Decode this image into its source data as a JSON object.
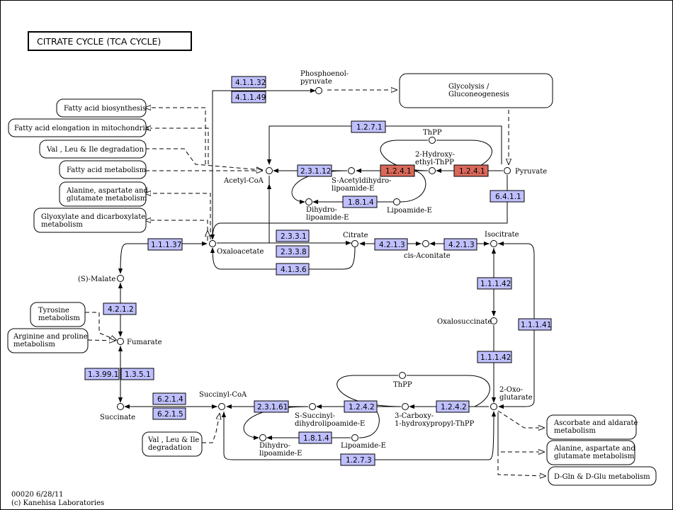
{
  "title": "CITRATE CYCLE (TCA CYCLE)",
  "footer": {
    "id": "00020 6/28/11",
    "credit": "(c) Kanehisa Laboratories"
  },
  "colors": {
    "enzyme": "#bfbfff",
    "highlight": "#d9685a"
  },
  "compounds": {
    "pep": [
      "Phosphoenol-",
      "pyruvate"
    ],
    "thpp_top": "ThPP",
    "hydroxyethyl": [
      "2-Hydroxy-",
      "ethyl-ThPP"
    ],
    "pyruvate": "Pyruvate",
    "acetyl_coa": "Acetyl-CoA",
    "s_acetyl": [
      "S-Acetyldihydro-",
      "lipoamide-E"
    ],
    "dihydro_top": [
      "Dihydro-",
      "lipoamide-E"
    ],
    "lipoamide_top": "Lipoamide-E",
    "oxaloacetate": "Oxaloacetate",
    "citrate": "Citrate",
    "cis_aconitate": "cis-Aconitate",
    "isocitrate": "Isocitrate",
    "malate": "(S)-Malate",
    "fumarate": "Fumarate",
    "oxalosuccinate": "Oxalosuccinate",
    "succinate": "Succinate",
    "succinyl_coa": "Succinyl-CoA",
    "thpp_bottom": "ThPP",
    "oxoglutarate": [
      "2-Oxo-",
      "glutarate"
    ],
    "s_succinyl": [
      "S-Succinyl-",
      "dihydrolipoamide-E"
    ],
    "carboxy": [
      "3-Carboxy-",
      "1-hydroxypropyl-ThPP"
    ],
    "dihydro_bottom": [
      "Dihydro-",
      "lipoamide-E"
    ],
    "lipoamide_bottom": "Lipoamide-E"
  },
  "enzymes": {
    "e4_1_1_32": "4.1.1.32",
    "e4_1_1_49": "4.1.1.49",
    "e1_2_7_1": "1.2.7.1",
    "e2_3_1_12": "2.3.1.12",
    "e1_2_4_1_a": "1.2.4.1",
    "e1_2_4_1_b": "1.2.4.1",
    "e1_8_1_4_top": "1.8.1.4",
    "e6_4_1_1": "6.4.1.1",
    "e1_1_1_37": "1.1.1.37",
    "e2_3_3_1": "2.3.3.1",
    "e2_3_3_8": "2.3.3.8",
    "e4_1_3_6": "4.1.3.6",
    "e4_2_1_3_a": "4.2.1.3",
    "e4_2_1_3_b": "4.2.1.3",
    "e4_2_1_2": "4.2.1.2",
    "e1_1_1_42_a": "1.1.1.42",
    "e1_1_1_41": "1.1.1.41",
    "e1_1_1_42_b": "1.1.1.42",
    "e1_3_99_1": "1.3.99.1",
    "e1_3_5_1": "1.3.5.1",
    "e6_2_1_4": "6.2.1.4",
    "e6_2_1_5": "6.2.1.5",
    "e2_3_1_61": "2.3.1.61",
    "e1_2_4_2_a": "1.2.4.2",
    "e1_2_4_2_b": "1.2.4.2",
    "e1_8_1_4_bottom": "1.8.1.4",
    "e1_2_7_3": "1.2.7.3"
  },
  "maps": {
    "glycolysis": [
      "Glycolysis /",
      "Gluconeogenesis"
    ],
    "fa_biosynthesis": "Fatty acid biosynthesis",
    "fa_elongation": "Fatty acid elongation in mitochondria",
    "val_leu_ile_deg": "Val , Leu & Ile degradation",
    "fa_metabolism": "Fatty acid metabolism",
    "ala_asp_glu": [
      "Alanine, aspartate and",
      "glutamate metabolism"
    ],
    "glyoxylate": [
      "Glyoxylate and dicarboxylate",
      "metabolism"
    ],
    "tyrosine": [
      "Tyrosine",
      "metabolism"
    ],
    "arginine_proline": [
      "Arginine and proline",
      "metabolism"
    ],
    "val_leu_ile_deg2": [
      "Val , Leu & Ile",
      "degradation"
    ],
    "ascorbate": [
      "Ascorbate and aldarate",
      "metabolism"
    ],
    "ala_asp_glu2": [
      "Alanine, aspartate and",
      "glutamate metabolism"
    ],
    "d_gln_glu": "D-Gln & D-Glu metabolism"
  }
}
